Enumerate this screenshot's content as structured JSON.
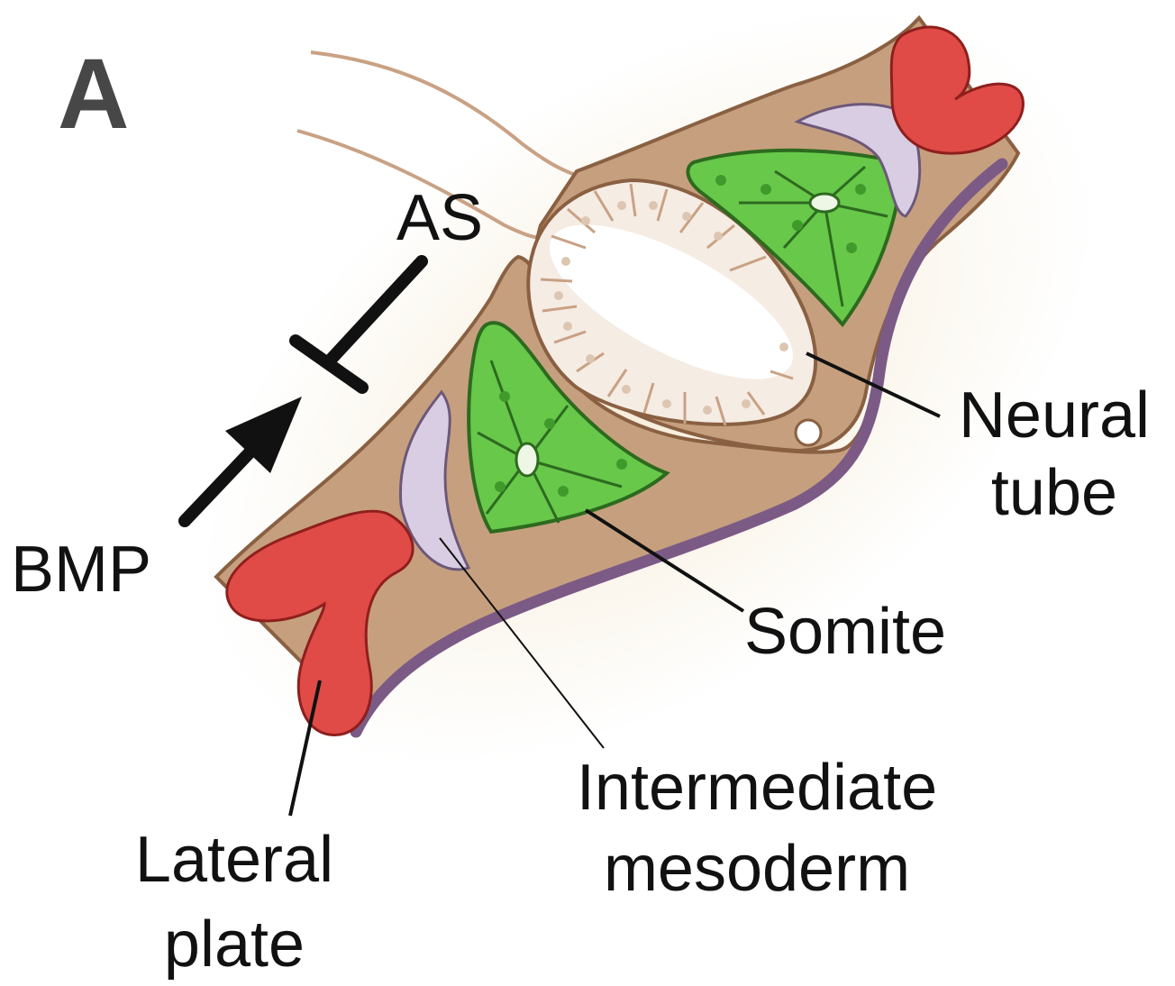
{
  "panel_label": "A",
  "labels": {
    "as": "AS",
    "bmp": "BMP",
    "neural_tube": [
      "Neural",
      "tube"
    ],
    "somite": "Somite",
    "intermediate_mesoderm": [
      "Intermediate",
      "mesoderm"
    ],
    "lateral_plate": [
      "Lateral",
      "plate"
    ]
  },
  "colors": {
    "tissue": "#c6a07e",
    "tissue_outline": "#8a6042",
    "somite": "#67c84a",
    "somite_outline": "#2d6a1f",
    "lateral_plate": "#e04b47",
    "intermediate_mesoderm": "#d9cde3",
    "endoderm_border": "#7c5a86",
    "neural_cells": "#f5ece4",
    "line": "#111111"
  }
}
